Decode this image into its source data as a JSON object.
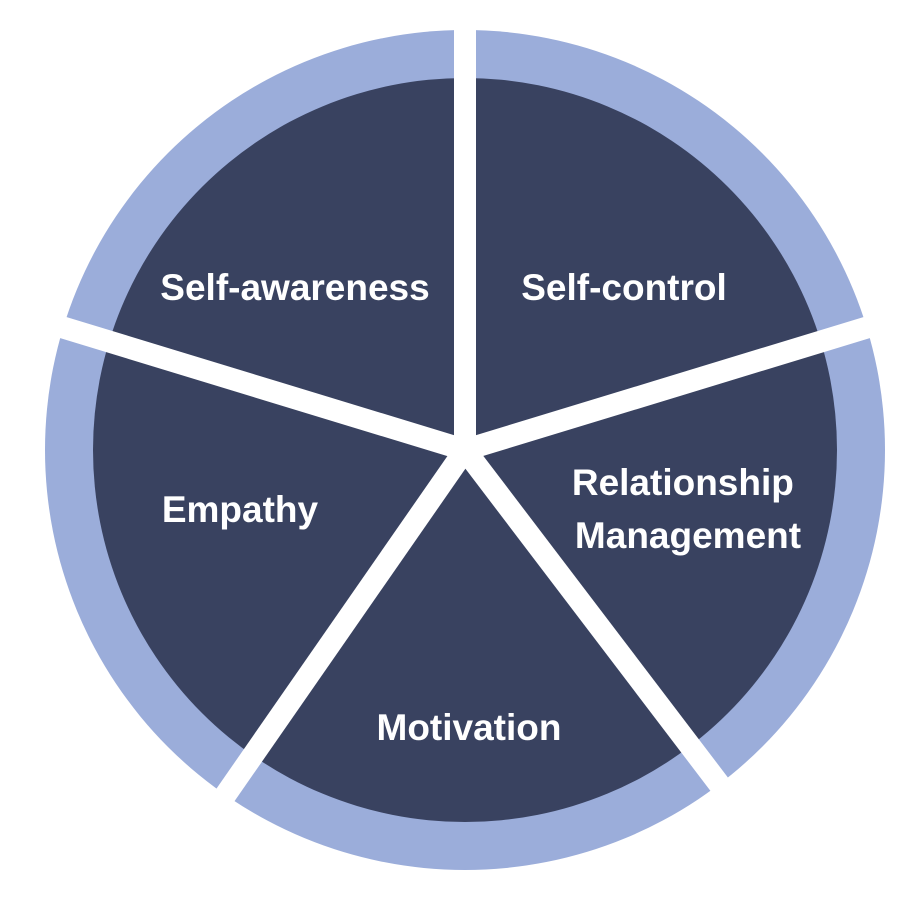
{
  "diagram": {
    "type": "segmented-wheel",
    "colors": {
      "segment_fill": "#394260",
      "outer_ring": "#9BADDA",
      "separator": "#ffffff",
      "label_text": "#ffffff"
    },
    "segments": [
      {
        "id": "self-awareness",
        "label": "Self-awareness",
        "lines": [
          "Self-awareness"
        ]
      },
      {
        "id": "self-control",
        "label": "Self-control",
        "lines": [
          "Self-control"
        ]
      },
      {
        "id": "relationship-management",
        "label": "Relationship Management",
        "lines": [
          "Relationship",
          "Management"
        ]
      },
      {
        "id": "motivation",
        "label": "Motivation",
        "lines": [
          "Motivation"
        ]
      },
      {
        "id": "empathy",
        "label": "Empathy",
        "lines": [
          "Empathy"
        ]
      }
    ]
  }
}
